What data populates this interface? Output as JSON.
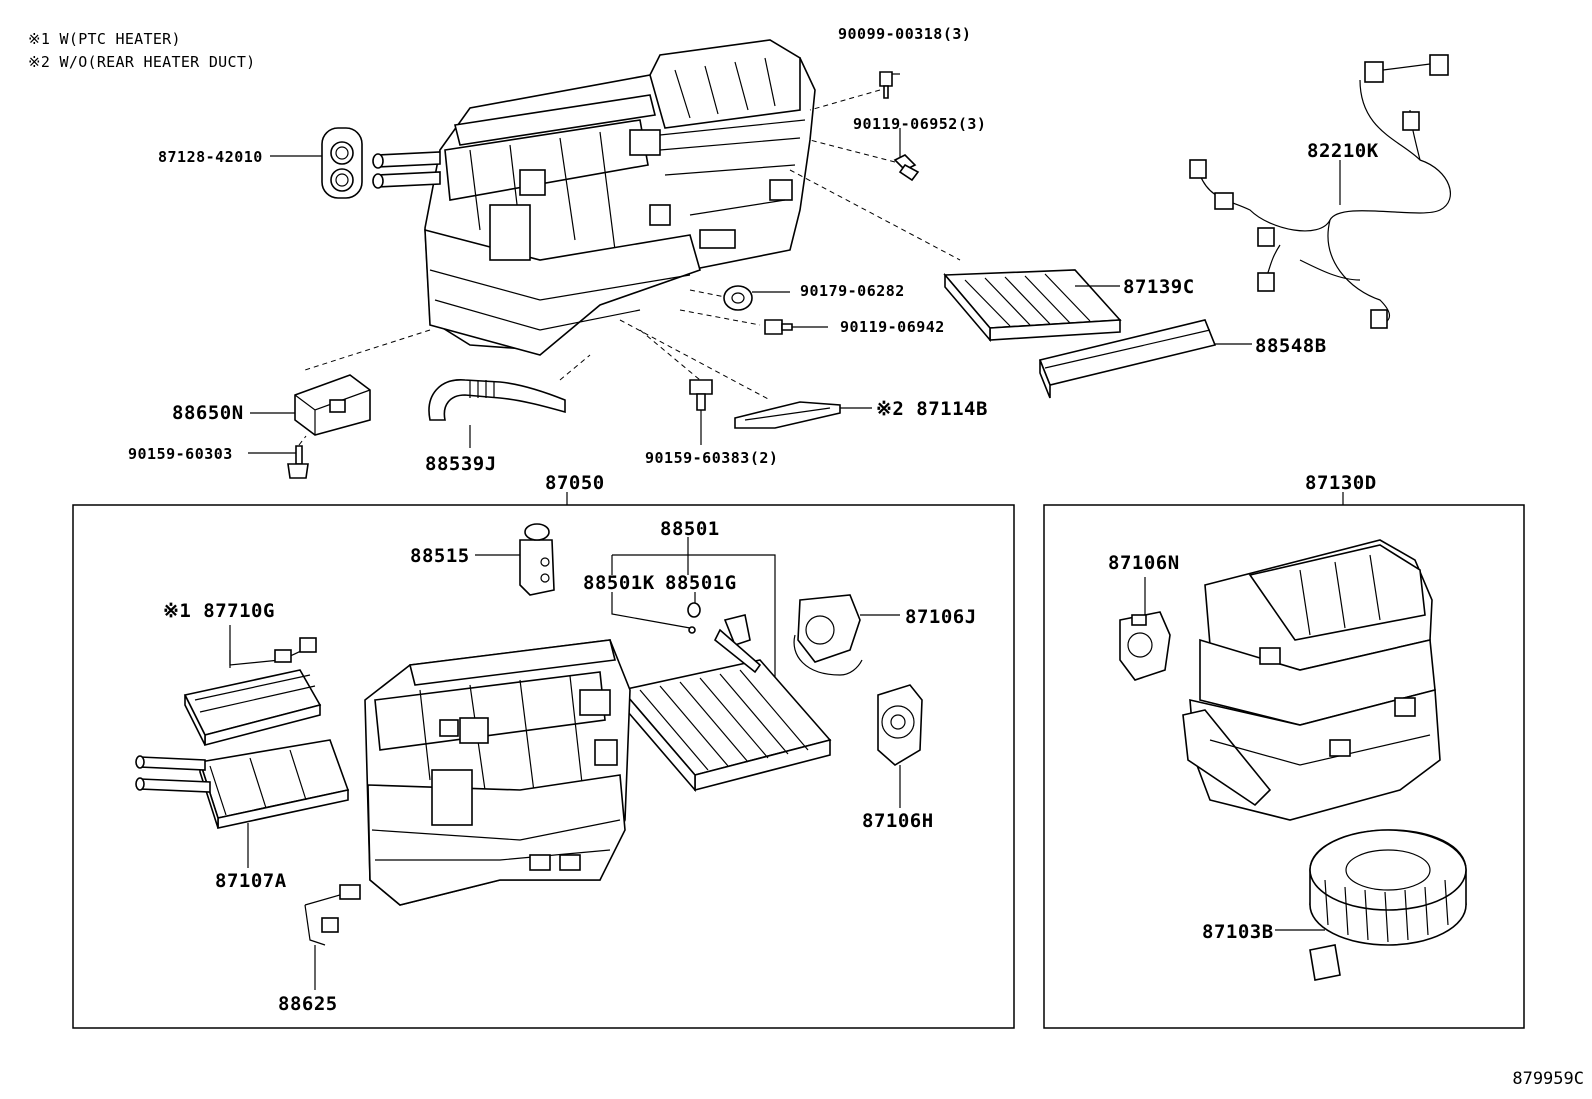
{
  "notes": [
    "※1 W(PTC HEATER)",
    "※2 W/O(REAR HEATER DUCT)"
  ],
  "figure_id": "879959C",
  "labels": {
    "p90099": "90099-00318(3)",
    "p90119a": "90119-06952(3)",
    "p82210K": "82210K",
    "p87128": "87128-42010",
    "p90179": "90179-06282",
    "p87139C": "87139C",
    "p90119b": "90119-06942",
    "p88548B": "88548B",
    "p88650N": "88650N",
    "p87114B": "※2 87114B",
    "p90159a": "90159-60303",
    "p88539J": "88539J",
    "p90159b": "90159-60383(2)",
    "p87050": "87050",
    "p87130D": "87130D",
    "p88501": "88501",
    "p88515": "88515",
    "p88501K": "88501K",
    "p88501G": "88501G",
    "p87106N": "87106N",
    "p87710G": "※1 87710G",
    "p87106J": "87106J",
    "p87106H": "87106H",
    "p87107A": "87107A",
    "p87103B": "87103B",
    "p88625": "88625"
  }
}
